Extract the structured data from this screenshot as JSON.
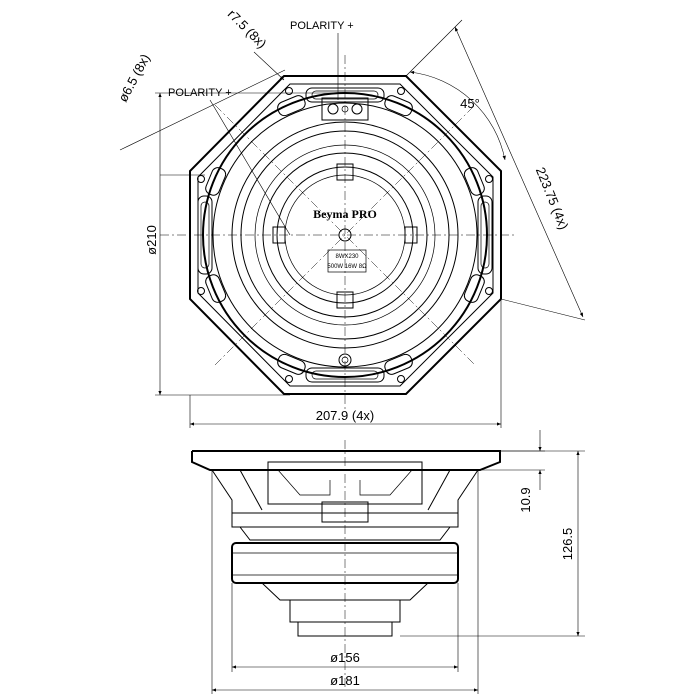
{
  "dimensions": {
    "fillet_radius": "r7.5 (8x)",
    "hole_diameter": "ø6.5 (8x)",
    "outer_diameter": "ø210",
    "flat_width": "207.9 (4x)",
    "diagonal_span": "223.75 (4x)",
    "angle": "45°",
    "depth_flange": "10.9",
    "total_depth": "126.5",
    "magnet_diameter": "ø156",
    "basket_diameter": "ø181"
  },
  "labels": {
    "polarity_top": "POLARITY +",
    "polarity_left": "POLARITY +"
  },
  "nameplate": {
    "brand": "Beyma PRO",
    "model": "8WX230",
    "spec": "500W  16W  8Ω"
  }
}
